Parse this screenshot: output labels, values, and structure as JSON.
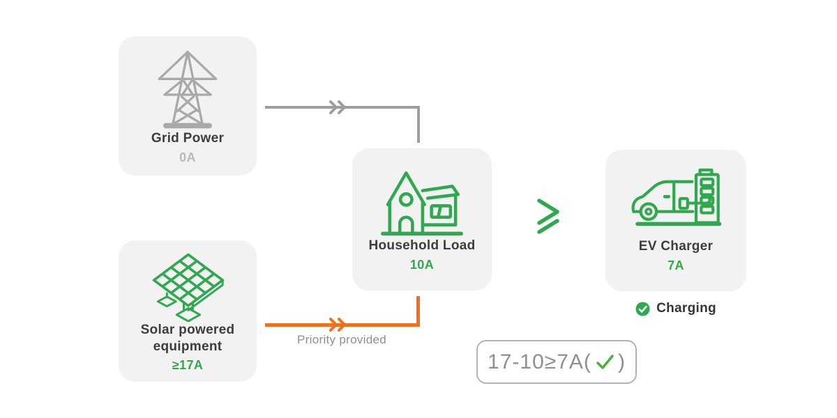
{
  "nodes": {
    "grid": {
      "label": "Grid Power",
      "value": "0A"
    },
    "solar": {
      "label": "Solar powered equipment",
      "value": "≥17A"
    },
    "household": {
      "label": "Household Load",
      "value": "10A"
    },
    "ev": {
      "label": "EV Charger",
      "value": "7A"
    }
  },
  "edges": {
    "grid_to_household": {
      "from": "Grid Power",
      "to": "Household Load",
      "color": "#9e9e9e",
      "label": ""
    },
    "solar_to_household": {
      "from": "Solar powered equipment",
      "to": "Household Load",
      "color": "#f06e1d",
      "label": "Priority provided"
    }
  },
  "comparator": {
    "symbol": "≥",
    "between": [
      "Household Load",
      "EV Charger"
    ],
    "color": "#2fa84e"
  },
  "status": {
    "label": "Charging",
    "icon": "check-circle-icon",
    "color": "#2fa84e"
  },
  "formula": {
    "prefix": "17-10≥7A(",
    "suffix": ")",
    "result": "pass",
    "result_icon": "check-icon"
  },
  "icons": {
    "grid": "transmission-tower-icon",
    "solar": "solar-panel-icon",
    "household": "house-icon",
    "ev": "ev-charging-icon"
  },
  "colors": {
    "green": "#2fa84e",
    "orange": "#f06e1d",
    "gray_line": "#9e9e9e",
    "gray_icon": "#a9a9a9",
    "text_dark": "#3d3d3d",
    "text_muted": "#8f8f8f",
    "value_muted": "#b9b9b9",
    "card_bg": "#f2f2f3"
  }
}
